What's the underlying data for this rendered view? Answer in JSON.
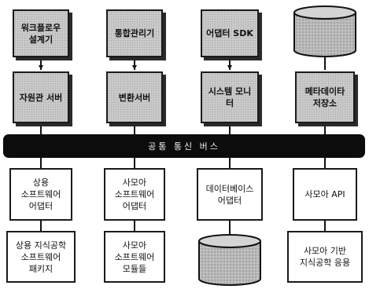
{
  "top_row": [
    {
      "label": "워크플로우\n설계기"
    },
    {
      "label": "통합관리기"
    },
    {
      "label": "어댑터 SDK"
    },
    {
      "label": ""
    }
  ],
  "middle_row": [
    {
      "label": "자원관 서버"
    },
    {
      "label": "변환서버"
    },
    {
      "label": "시스템 모니터"
    },
    {
      "label": "메타데이타\n저장소"
    }
  ],
  "bus": {
    "label": "공통 통신 버스"
  },
  "adapter_row": [
    {
      "label": "상용\n소프트웨어\n어댑터"
    },
    {
      "label": "사모아\n소프트웨어\n어댑터"
    },
    {
      "label": "데이터베이스\n어댑터"
    },
    {
      "label": "사모아 API"
    }
  ],
  "bottom_row": [
    {
      "label": "상용 지식공학\n소프트웨어\n패키지"
    },
    {
      "label": "사모아\n소프트웨어\n모듈들"
    },
    {
      "label": ""
    },
    {
      "label": "사모아 기반\n지식공학 응용"
    }
  ]
}
